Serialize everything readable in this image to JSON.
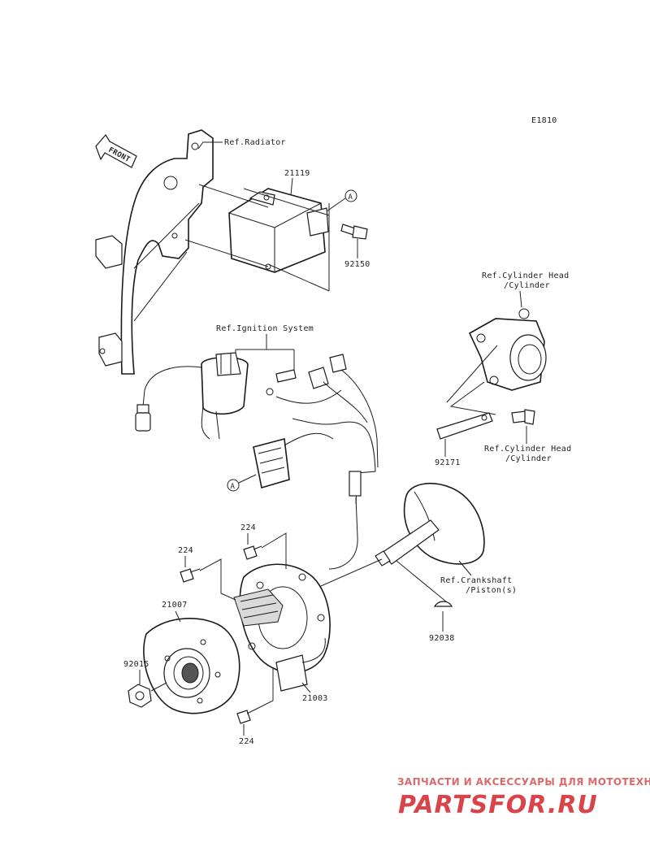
{
  "diagram_code": "E1810",
  "front_label": "FRONT",
  "callout_a": "A",
  "refs": {
    "radiator": "Ref.Radiator",
    "ignition_system": "Ref.Ignition System",
    "cylinder_head_top_1": "Ref.Cylinder Head",
    "cylinder_head_top_2": "/Cylinder",
    "cylinder_head_bottom_1": "Ref.Cylinder Head",
    "cylinder_head_bottom_2": "/Cylinder",
    "crankshaft_1": "Ref.Crankshaft",
    "crankshaft_2": "/Piston(s)"
  },
  "parts": {
    "p21119": "21119",
    "p92150": "92150",
    "p92171": "92171",
    "p224_top": "224",
    "p224_left": "224",
    "p224_bottom": "224",
    "p21007": "21007",
    "p92015": "92015",
    "p21003": "21003",
    "p92038": "92038"
  },
  "watermark": {
    "tagline": "ЗАПЧАСТИ И АКСЕССУАРЫ ДЛЯ МОТОТЕХНИКИ",
    "brand": "PARTSFOR.RU"
  }
}
